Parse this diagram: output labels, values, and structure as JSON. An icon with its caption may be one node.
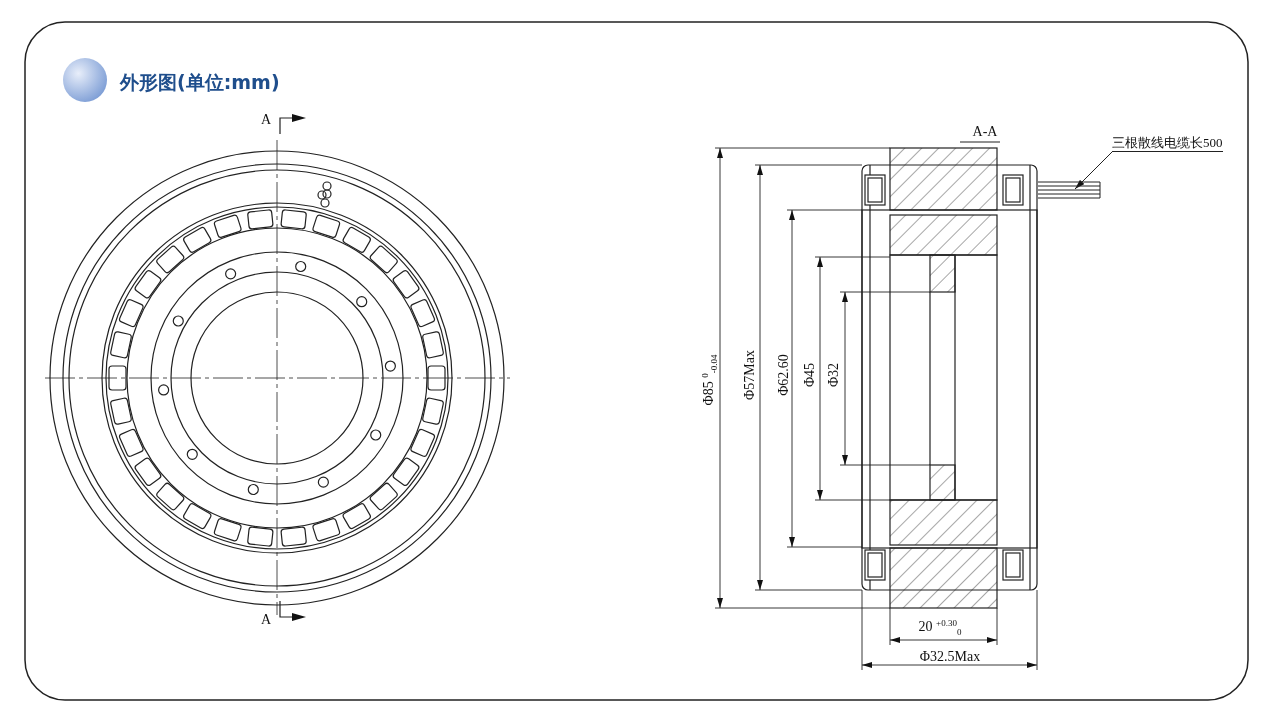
{
  "diagram": {
    "title": "外形图(单位:mm)",
    "nodes": [
      {
        "text": [
          "三根散线电缆长500"
        ]
      },
      {
        "text": [],
        "shape": "picture"
      }
    ],
    "edges": [
      {
        "from": 0,
        "to": 1,
        "arrow": "to"
      }
    ],
    "labels": [
      "A",
      "A",
      "A-A",
      "Φ85 $^{0}$$_{-0.04}$",
      "Φ57Max",
      "Φ62.60",
      "Φ45",
      "Φ32",
      "20 $^{+0.30}$$_{0}$",
      "Φ32.5Max"
    ]
  }
}
